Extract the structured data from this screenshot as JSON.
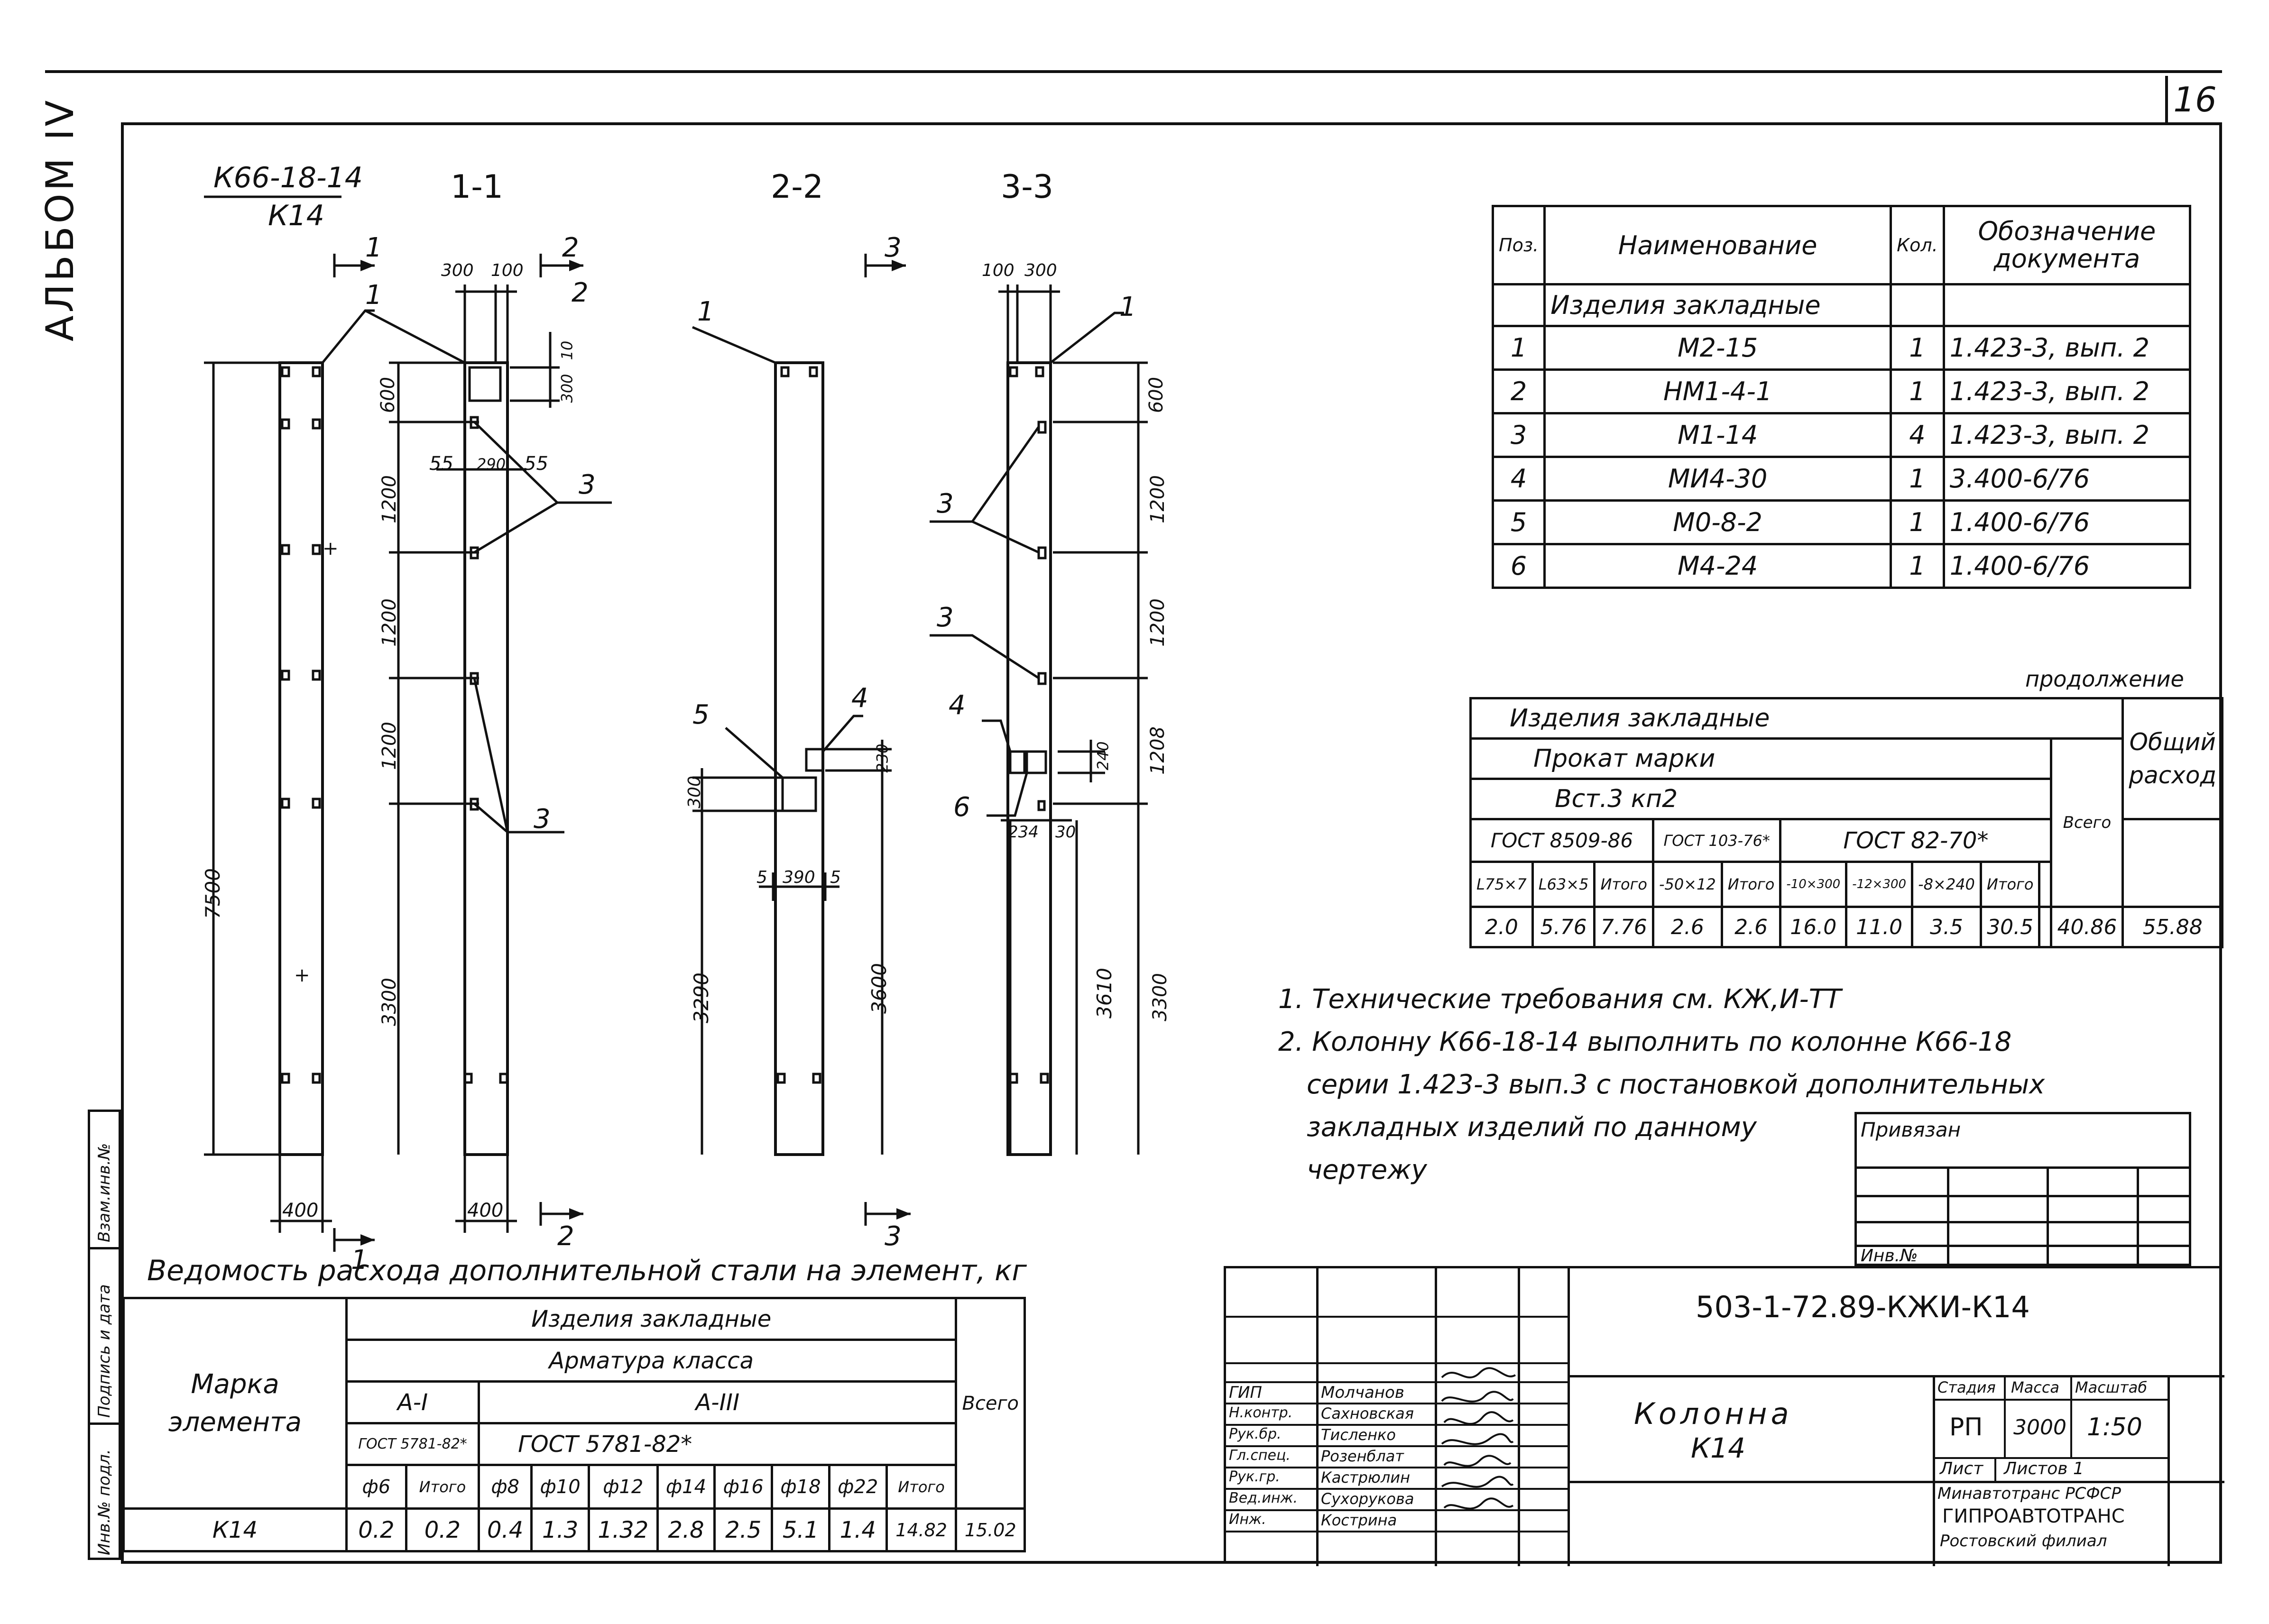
{
  "sheet": {
    "page_number": "16",
    "album_label": "АЛЬБОМ IV",
    "side_labels": [
      "Взам.инв.№",
      "Подпись и дата",
      "Инв.№ подл."
    ]
  },
  "drawing": {
    "mark_line1": "К66-18-14",
    "mark_line2": "К14",
    "section_titles": [
      "1-1",
      "2-2",
      "3-3"
    ],
    "cut_labels": {
      "top_1": "1",
      "top_2": "2",
      "top_3": "3",
      "bottom_1": "1",
      "bottom_2": "2",
      "bottom_3": "3"
    },
    "position_callouts": {
      "p1": "1",
      "p2": "2",
      "p3": "3",
      "p4": "4",
      "p5": "5",
      "p6": "6"
    },
    "dimensions": {
      "total_height": "7500",
      "width_400": "400",
      "w300": "300",
      "w100": "100",
      "d10": "10",
      "d300": "300",
      "d600": "600",
      "d1200": "1200",
      "d3300": "3300",
      "d55": "55",
      "d290": "290",
      "d3290": "3290",
      "d3600": "3600",
      "d5": "5",
      "d390": "390",
      "d230": "230",
      "d240": "240",
      "d1208": "1208",
      "d3610": "3610",
      "d234": "234",
      "d30": "30"
    }
  },
  "spec_table": {
    "headers": [
      "Поз.",
      "Наименование",
      "Кол.",
      "Обозначение документа"
    ],
    "group": "Изделия закладные",
    "rows": [
      {
        "pos": "1",
        "name": "М2-15",
        "qty": "1",
        "doc": "1.423-3, вып. 2"
      },
      {
        "pos": "2",
        "name": "НМ1-4-1",
        "qty": "1",
        "doc": "1.423-3, вып. 2"
      },
      {
        "pos": "3",
        "name": "М1-14",
        "qty": "4",
        "doc": "1.423-3, вып. 2"
      },
      {
        "pos": "4",
        "name": "МИ4-30",
        "qty": "1",
        "doc": "3.400-6/76"
      },
      {
        "pos": "5",
        "name": "М0-8-2",
        "qty": "1",
        "doc": "1.400-6/76"
      },
      {
        "pos": "6",
        "name": "М4-24",
        "qty": "1",
        "doc": "1.400-6/76"
      }
    ]
  },
  "continuation_table": {
    "label": "продолжение",
    "group": "Изделия закладные",
    "rolled_steel": "Прокат марки",
    "steel_grade": "Вст.3 кп2",
    "total_header": "Всего",
    "overall_header": "Общий расход",
    "standards": [
      "ГОСТ 8509-86",
      "ГОСТ 103-76*",
      "ГОСТ 82-70*"
    ],
    "columns": [
      "L75×7",
      "L63×5",
      "Итого",
      "-50×12",
      "Итого",
      "-10×300",
      "-12×300",
      "-8×240",
      "Итого"
    ],
    "values": [
      "2.0",
      "5.76",
      "7.76",
      "2.6",
      "2.6",
      "16.0",
      "11.0",
      "3.5",
      "30.5",
      "40.86",
      "55.88"
    ]
  },
  "notes": {
    "n1": "1. Технические требования см. КЖ,И-ТТ",
    "n2": "2. Колонну К66-18-14 выполнить по колонне К66-18",
    "n2b": "серии 1.423-3 вып.3 с постановкой дополнительных",
    "n2c": "закладных изделий по данному",
    "n2d": "чертежу"
  },
  "tied_block": {
    "label": "Привязан",
    "inv_label": "Инв.№"
  },
  "steel_table": {
    "title": "Ведомость расхода дополнительной стали на элемент, кг",
    "mark_header": "Марка элемента",
    "group": "Изделия закладные",
    "rebar_class": "Арматура класса",
    "class_a1": "А-I",
    "class_a3": "А-III",
    "total_header": "Всего",
    "gost_a1": "ГОСТ 5781-82*",
    "gost_a3": "ГОСТ 5781-82*",
    "columns": [
      "ф6",
      "Итого",
      "ф8",
      "ф10",
      "ф12",
      "ф14",
      "ф16",
      "ф18",
      "ф22",
      "Итого"
    ],
    "row_mark": "К14",
    "values": [
      "0.2",
      "0.2",
      "0.4",
      "1.3",
      "1.32",
      "2.8",
      "2.5",
      "5.1",
      "1.4",
      "14.82",
      "15.02"
    ]
  },
  "title_block": {
    "code": "503-1-72.89-КЖИ-К14",
    "name_line1": "Колонна",
    "name_line2": "К14",
    "stage_header": "Стадия",
    "mass_header": "Масса",
    "scale_header": "Масштаб",
    "stage": "РП",
    "mass": "3000",
    "scale": "1:50",
    "sheet_label": "Лист",
    "sheets_label": "Листов 1",
    "org1": "Минавтотранс РСФСР",
    "org2": "ГИПРОАВТОТРАНС",
    "org3": "Ростовский филиал",
    "staff": [
      {
        "role": "ГИП",
        "name": "Молчанов"
      },
      {
        "role": "Н.контр.",
        "name": "Сахновская"
      },
      {
        "role": "Рук.бр.",
        "name": "Тисленко"
      },
      {
        "role": "Гл.спец.",
        "name": "Розенблат"
      },
      {
        "role": "Рук.гр.",
        "name": "Кастрюлин"
      },
      {
        "role": "Вед.инж.",
        "name": "Сухорукова"
      },
      {
        "role": "Инж.",
        "name": "Кострина"
      }
    ]
  }
}
